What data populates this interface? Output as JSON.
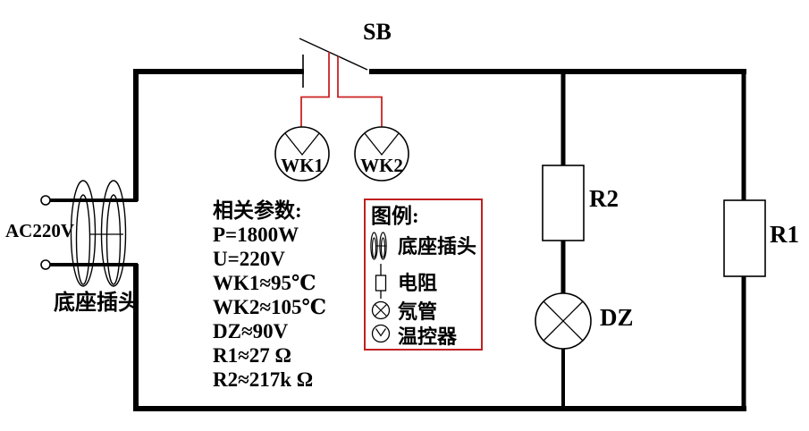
{
  "diagram": {
    "title_hint": "appliance wiring schematic",
    "labels": {
      "sb": "SB",
      "ac_source": "AC220V",
      "plug": "底座插头",
      "wk1": "WK1",
      "wk2": "WK2",
      "r2": "R2",
      "r1": "R1",
      "dz": "DZ"
    },
    "parameters": {
      "title": "相关参数:",
      "lines": [
        "P=1800W",
        "U=220V",
        "WK1≈95℃",
        "WK2≈105℃",
        "DZ≈90V",
        "R1≈27 Ω",
        "R2≈217k Ω"
      ]
    },
    "legend": {
      "title": "图例:",
      "items": [
        {
          "icon": "plug-icon",
          "label": "底座插头"
        },
        {
          "icon": "resistor-icon",
          "label": "电阻"
        },
        {
          "icon": "neon-lamp-icon",
          "label": "氖管"
        },
        {
          "icon": "thermostat-icon",
          "label": "温控器"
        }
      ]
    },
    "colors": {
      "wire": "#000000",
      "control_wire": "#cc2222",
      "legend_border": "#c02020",
      "background": "#ffffff"
    }
  }
}
